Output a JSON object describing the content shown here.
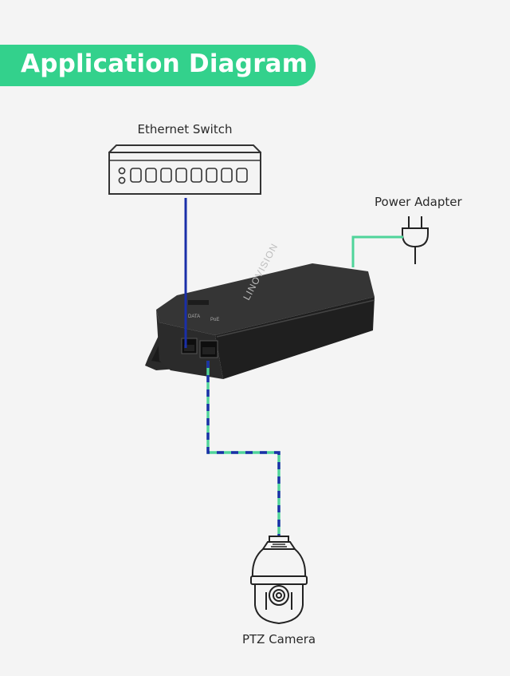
{
  "header": {
    "title": "Application Diagram"
  },
  "devices": {
    "ethernet_switch": "Ethernet Switch",
    "power_adapter": "Power Adapter",
    "ptz_camera": "PTZ Camera",
    "injector_brand": "LINOVISION"
  },
  "colors": {
    "header_bg": "#33d18c",
    "ethernet_cable": "#1a2fa8",
    "power_cable": "#4fd49a",
    "device_body": "#262626",
    "background": "#f4f4f4"
  }
}
